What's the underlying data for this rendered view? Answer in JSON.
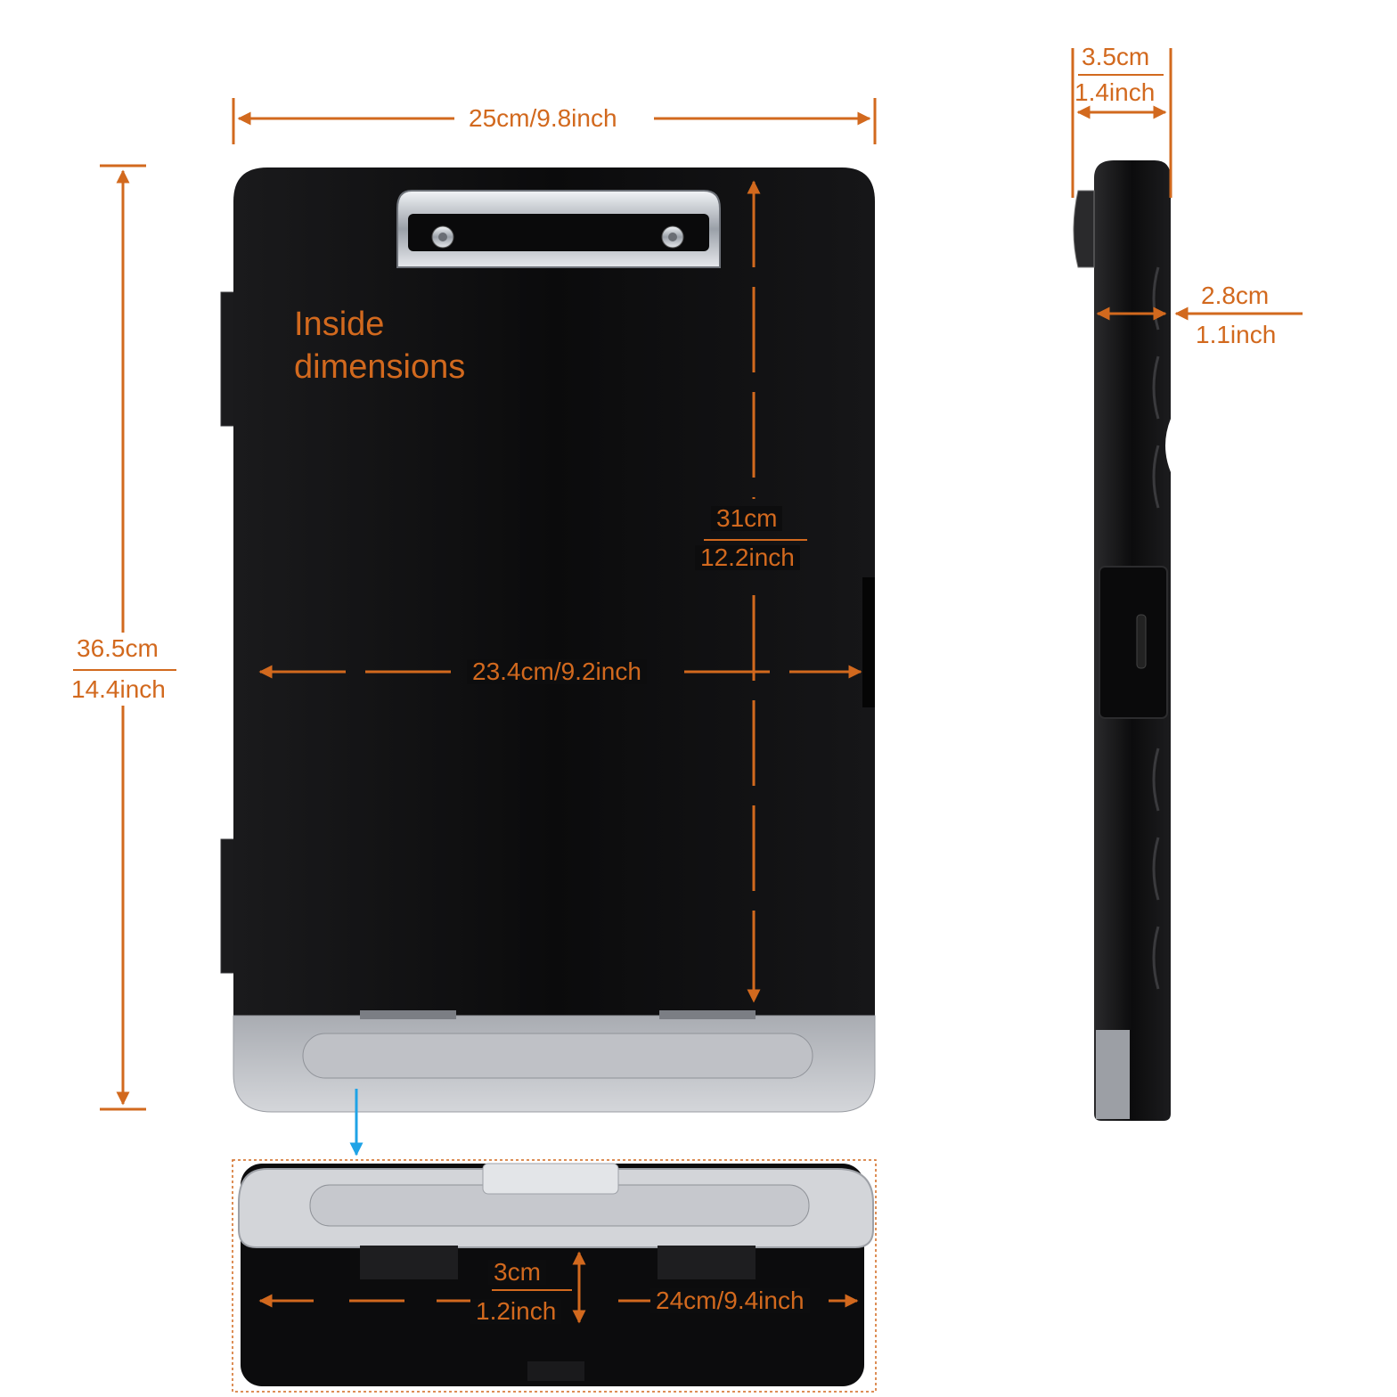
{
  "colors": {
    "dimension_orange": "#d2691e",
    "case_black": "#0d0d0e",
    "clip_chrome": "#c8ccd2",
    "tray_translucent": "#c9cbd1",
    "open_arrow_blue": "#1fa3e6"
  },
  "front_view": {
    "heading_line1": "Inside",
    "heading_line2": "dimensions",
    "outer_width": "25cm/9.8inch",
    "outer_height_cm": "36.5cm",
    "outer_height_inch": "14.4inch",
    "inner_height_cm": "31cm",
    "inner_height_inch": "12.2inch",
    "inner_width": "23.4cm/9.2inch"
  },
  "side_view": {
    "outer_depth_cm": "3.5cm",
    "outer_depth_inch": "1.4inch",
    "inner_depth_cm": "2.8cm",
    "inner_depth_inch": "1.1inch"
  },
  "bottom_tray": {
    "depth_cm": "3cm",
    "depth_inch": "1.2inch",
    "width": "24cm/9.4inch"
  }
}
